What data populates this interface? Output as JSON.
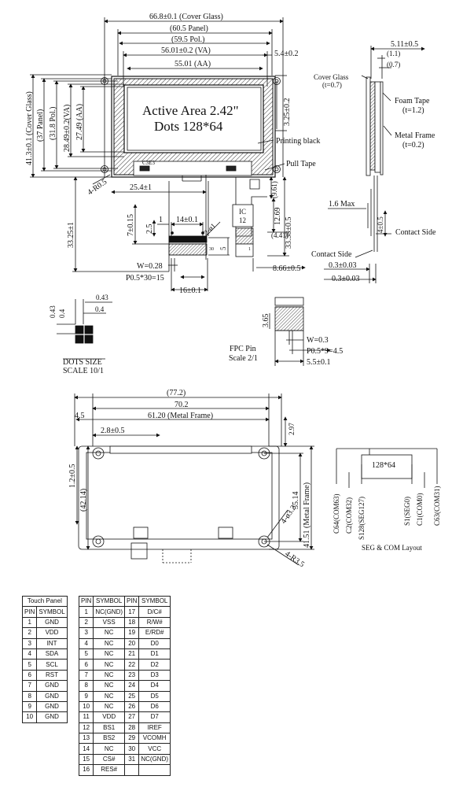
{
  "front": {
    "top_dims": [
      "66.8±0.1 (Cover Glass)",
      "(60.5 Panel)",
      "(59.5 Pol.)",
      "56.01±0.2 (VA)",
      "55.01 (AA)",
      "5.4±0.2"
    ],
    "left_dims": [
      "41.3±0.1 (Cover Glass)",
      "(37 Panel)",
      "(31.8 Pol.)",
      "28.49±0.2(VA)",
      "27.49 (AA)"
    ],
    "active_area_line1": "Active Area 2.42\"",
    "active_area_line2": "Dots 128*64",
    "right_dim": "3.25±0.2",
    "printing_black": "Printing black",
    "pull_tape": "Pull Tape",
    "r05": "4-R0.5",
    "dim_25_4": "25.4±1",
    "dim_33_25": "33.25±1",
    "dim_7": "7±0.15",
    "dim_2_5": "2.5",
    "dim_1": "1",
    "dim_14": "14±0.1",
    "dim_phi1": "2-ø1",
    "dim_5": "5",
    "pin_30": "30",
    "pin_1": "1",
    "w028": "W=0.28",
    "p05": "P0.5*30=15",
    "dim_16": "16±0.1",
    "ic_line1": "IC",
    "ic_line2": "12",
    "dim_9_61": "(9.61)",
    "dim_12_69": "12.69",
    "dim_33_38": "33.38±0.5",
    "dim_4_41": "(4.41)",
    "dim_8_66": "8.66±0.5",
    "pcb_mark": "C3E3"
  },
  "side": {
    "dim_5_11": "5.11±0.5",
    "dim_1_1": "(1.1)",
    "dim_0_7": "(0.7)",
    "cover_glass": "Cover Glass",
    "cover_glass_t": "(t=0.7)",
    "foam_tape": "Foam Tape",
    "foam_tape_t": "(t=1.2)",
    "metal_frame": "Metal Frame",
    "metal_frame_t": "(t=0.2)",
    "max_1_6": "1.6 Max",
    "dim_4_05": "4±0.5",
    "contact_side_right": "Contact Side",
    "contact_side_left": "Contact Side",
    "dim_03_a": "0.3±0.03",
    "dim_03_b": "0.3±0.03"
  },
  "dots": {
    "d043_top": "0.43",
    "d04_top": "0.4",
    "d043_left": "0.43",
    "d04_left": "0.4",
    "title": "DOTS SIZE",
    "scale": "SCALE 10/1"
  },
  "fpc": {
    "h": "3.65",
    "w": "W=0.3",
    "p": "P0.5*9=4.5",
    "total": "5.5±0.1",
    "title": "FPC Pin",
    "scale": "Scale 2/1"
  },
  "back": {
    "dim_77_2": "(77.2)",
    "dim_70_2": "70.2",
    "dim_4_5": "4.5",
    "dim_61_20": "61.20 (Metal Frame)",
    "dim_2_8": "2.8±0.5",
    "dim_2_97": "2.97",
    "dim_1_2": "1.2±0.5",
    "dim_42_14": "(42.14)",
    "dim_35_14": "35.14",
    "dim_41_51": "41.51 (Metal Frame)",
    "dim_phi32": "4-ø3.2",
    "dim_r35": "4-R3.5"
  },
  "seg": {
    "dots": "128*64",
    "labels": [
      "C64(COM63)",
      "C2(COM32)",
      "S128(SEG127)",
      "S1(SEG0)",
      "C1(COM0)",
      "C63(COM31)"
    ],
    "caption": "SEG & COM  Layout"
  },
  "touch_panel": {
    "title": "Touch Panel",
    "headers": [
      "PIN",
      "SYMBOL"
    ],
    "rows": [
      [
        "1",
        "GND"
      ],
      [
        "2",
        "VDD"
      ],
      [
        "3",
        "INT"
      ],
      [
        "4",
        "SDA"
      ],
      [
        "5",
        "SCL"
      ],
      [
        "6",
        "RST"
      ],
      [
        "7",
        "GND"
      ],
      [
        "8",
        "GND"
      ],
      [
        "9",
        "GND"
      ],
      [
        "10",
        "GND"
      ]
    ]
  },
  "pins": {
    "headers": [
      "PIN",
      "SYMBOL",
      "PIN",
      "SYMBOL"
    ],
    "rows": [
      [
        "1",
        "NC(GND)",
        "17",
        "D/C#"
      ],
      [
        "2",
        "VSS",
        "18",
        "R/W#"
      ],
      [
        "3",
        "NC",
        "19",
        "E/RD#"
      ],
      [
        "4",
        "NC",
        "20",
        "D0"
      ],
      [
        "5",
        "NC",
        "21",
        "D1"
      ],
      [
        "6",
        "NC",
        "22",
        "D2"
      ],
      [
        "7",
        "NC",
        "23",
        "D3"
      ],
      [
        "8",
        "NC",
        "24",
        "D4"
      ],
      [
        "9",
        "NC",
        "25",
        "D5"
      ],
      [
        "10",
        "NC",
        "26",
        "D6"
      ],
      [
        "11",
        "VDD",
        "27",
        "D7"
      ],
      [
        "12",
        "BS1",
        "28",
        "IREF"
      ],
      [
        "13",
        "BS2",
        "29",
        "VCOMH"
      ],
      [
        "14",
        "NC",
        "30",
        "VCC"
      ],
      [
        "15",
        "CS#",
        "31",
        "NC(GND)"
      ],
      [
        "16",
        "RES#",
        "",
        ""
      ]
    ]
  }
}
